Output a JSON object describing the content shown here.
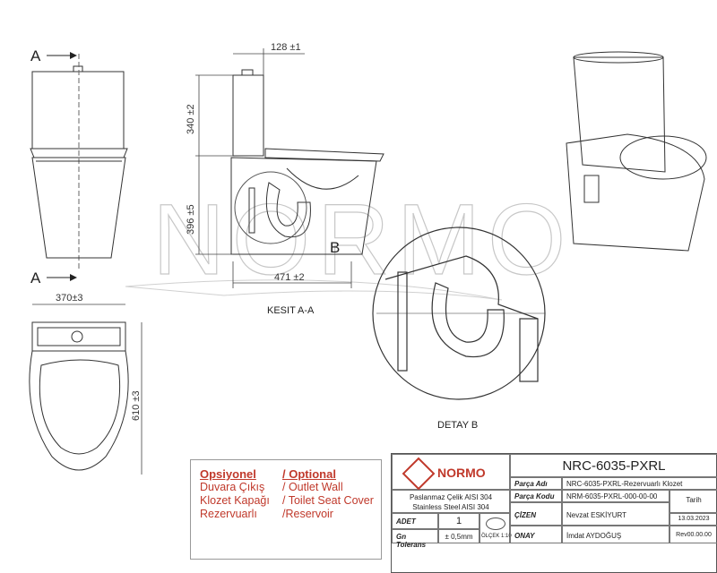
{
  "dims": {
    "top_width": "128 ±1",
    "tank_height": "340 ±2",
    "bowl_height": "396 ±5",
    "depth": "471 ±2",
    "plan_width": "370±3",
    "plan_depth": "610 ±3"
  },
  "labels": {
    "section_a_top": "A",
    "section_a_bottom": "A",
    "section_name": "KESIT A-A",
    "detail_mark": "B",
    "detail_name": "DETAY B"
  },
  "watermark": "NORMO",
  "optional": {
    "title_tr": "Opsiyonel",
    "title_en": "/ Optional",
    "items": [
      {
        "tr": "Duvara  Çıkış",
        "en": "/ Outlet Wall"
      },
      {
        "tr": "Klozet Kapağı",
        "en": "/ Toilet Seat Cover"
      },
      {
        "tr": "Rezervuarlı",
        "en": "/Reservoir"
      }
    ]
  },
  "title_block": {
    "logo_text": "NORMO",
    "material_tr": "Paslanmaz Çelik AISI 304",
    "material_en": "Stainless Steel AISI 304",
    "qty_label": "ADET",
    "qty_value": "1",
    "tolerance_label": "Gn Tolerans",
    "tolerance_value": "± 0,5mm",
    "scale": "ÖLÇEK 1:10",
    "part_number": "NRC-6035-PXRL",
    "part_name_label": "Parça Adı",
    "part_name": "NRC-6035-PXRL-Rezervuarlı Klozet",
    "part_code_label": "Parça Kodu",
    "part_code": "NRM-6035-PXRL-000-00-00",
    "date_label": "Tarih",
    "drawn_label": "ÇİZEN",
    "drawn_by": "Nevzat ESKİYURT",
    "date": "13.03.2023",
    "approved_label": "ONAY",
    "approved_by": "İmdat AYDOĞUŞ",
    "revision": "Rev00.00.00"
  }
}
